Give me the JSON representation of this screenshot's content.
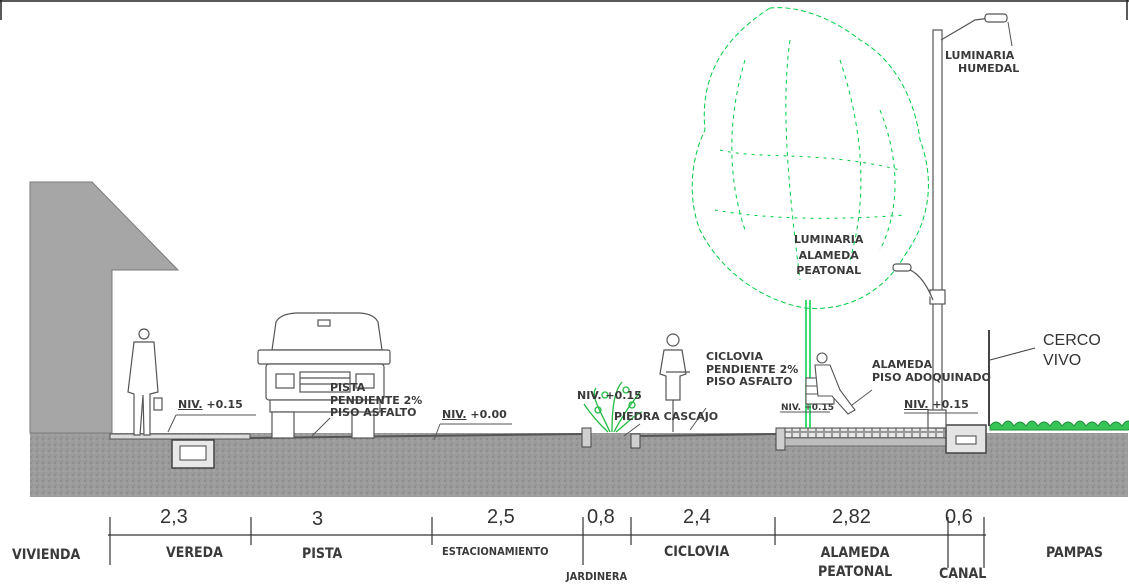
{
  "labels": {
    "luminaria_humedal": [
      "LUMINARIA",
      "HUMEDAL"
    ],
    "luminaria_alameda": [
      "LUMINARIA",
      "ALAMEDA",
      "PEATONAL"
    ],
    "cerco_vivo": [
      "CERCO",
      "VIVO"
    ],
    "niv_vereda": {
      "prefix": "NIV.",
      "value": "+0.15"
    },
    "pista": [
      "PISTA",
      "PENDIENTE 2%",
      "PISO ASFALTO"
    ],
    "niv_pista": {
      "prefix": "NIV.",
      "value": "+0.00"
    },
    "niv_jardinera": "NIV. +0.15",
    "piedra_cascajo": "PIEDRA CASCAJO",
    "ciclovia": [
      "CICLOVIA",
      "PENDIENTE 2%",
      "PISO ASFALTO"
    ],
    "niv_alameda": "NIV. +0.15",
    "alameda": [
      "ALAMEDA",
      "PISO ADOQUINADO"
    ],
    "niv_canal": {
      "prefix": "NIV.",
      "value": "+0.15"
    }
  },
  "dimensions": [
    "2,3",
    "3",
    "2,5",
    "0,8",
    "2,4",
    "2,82",
    "0,6"
  ],
  "zones": {
    "vivienda": "VIVIENDA",
    "vereda": "VEREDA",
    "pista": "PISTA",
    "estacionamiento": "ESTACIONAMIENTO",
    "jardinera": "JARDINERA",
    "ciclovia": "CICLOVIA",
    "alameda": [
      "ALAMEDA",
      "PEATONAL"
    ],
    "canal": "CANAL",
    "pampas": "PAMPAS"
  },
  "colors": {
    "ground": "#9a9a9a",
    "building": "#a6a6a6",
    "tree": "#00d04a",
    "hedge": "#22bb44",
    "line": "#555555"
  }
}
